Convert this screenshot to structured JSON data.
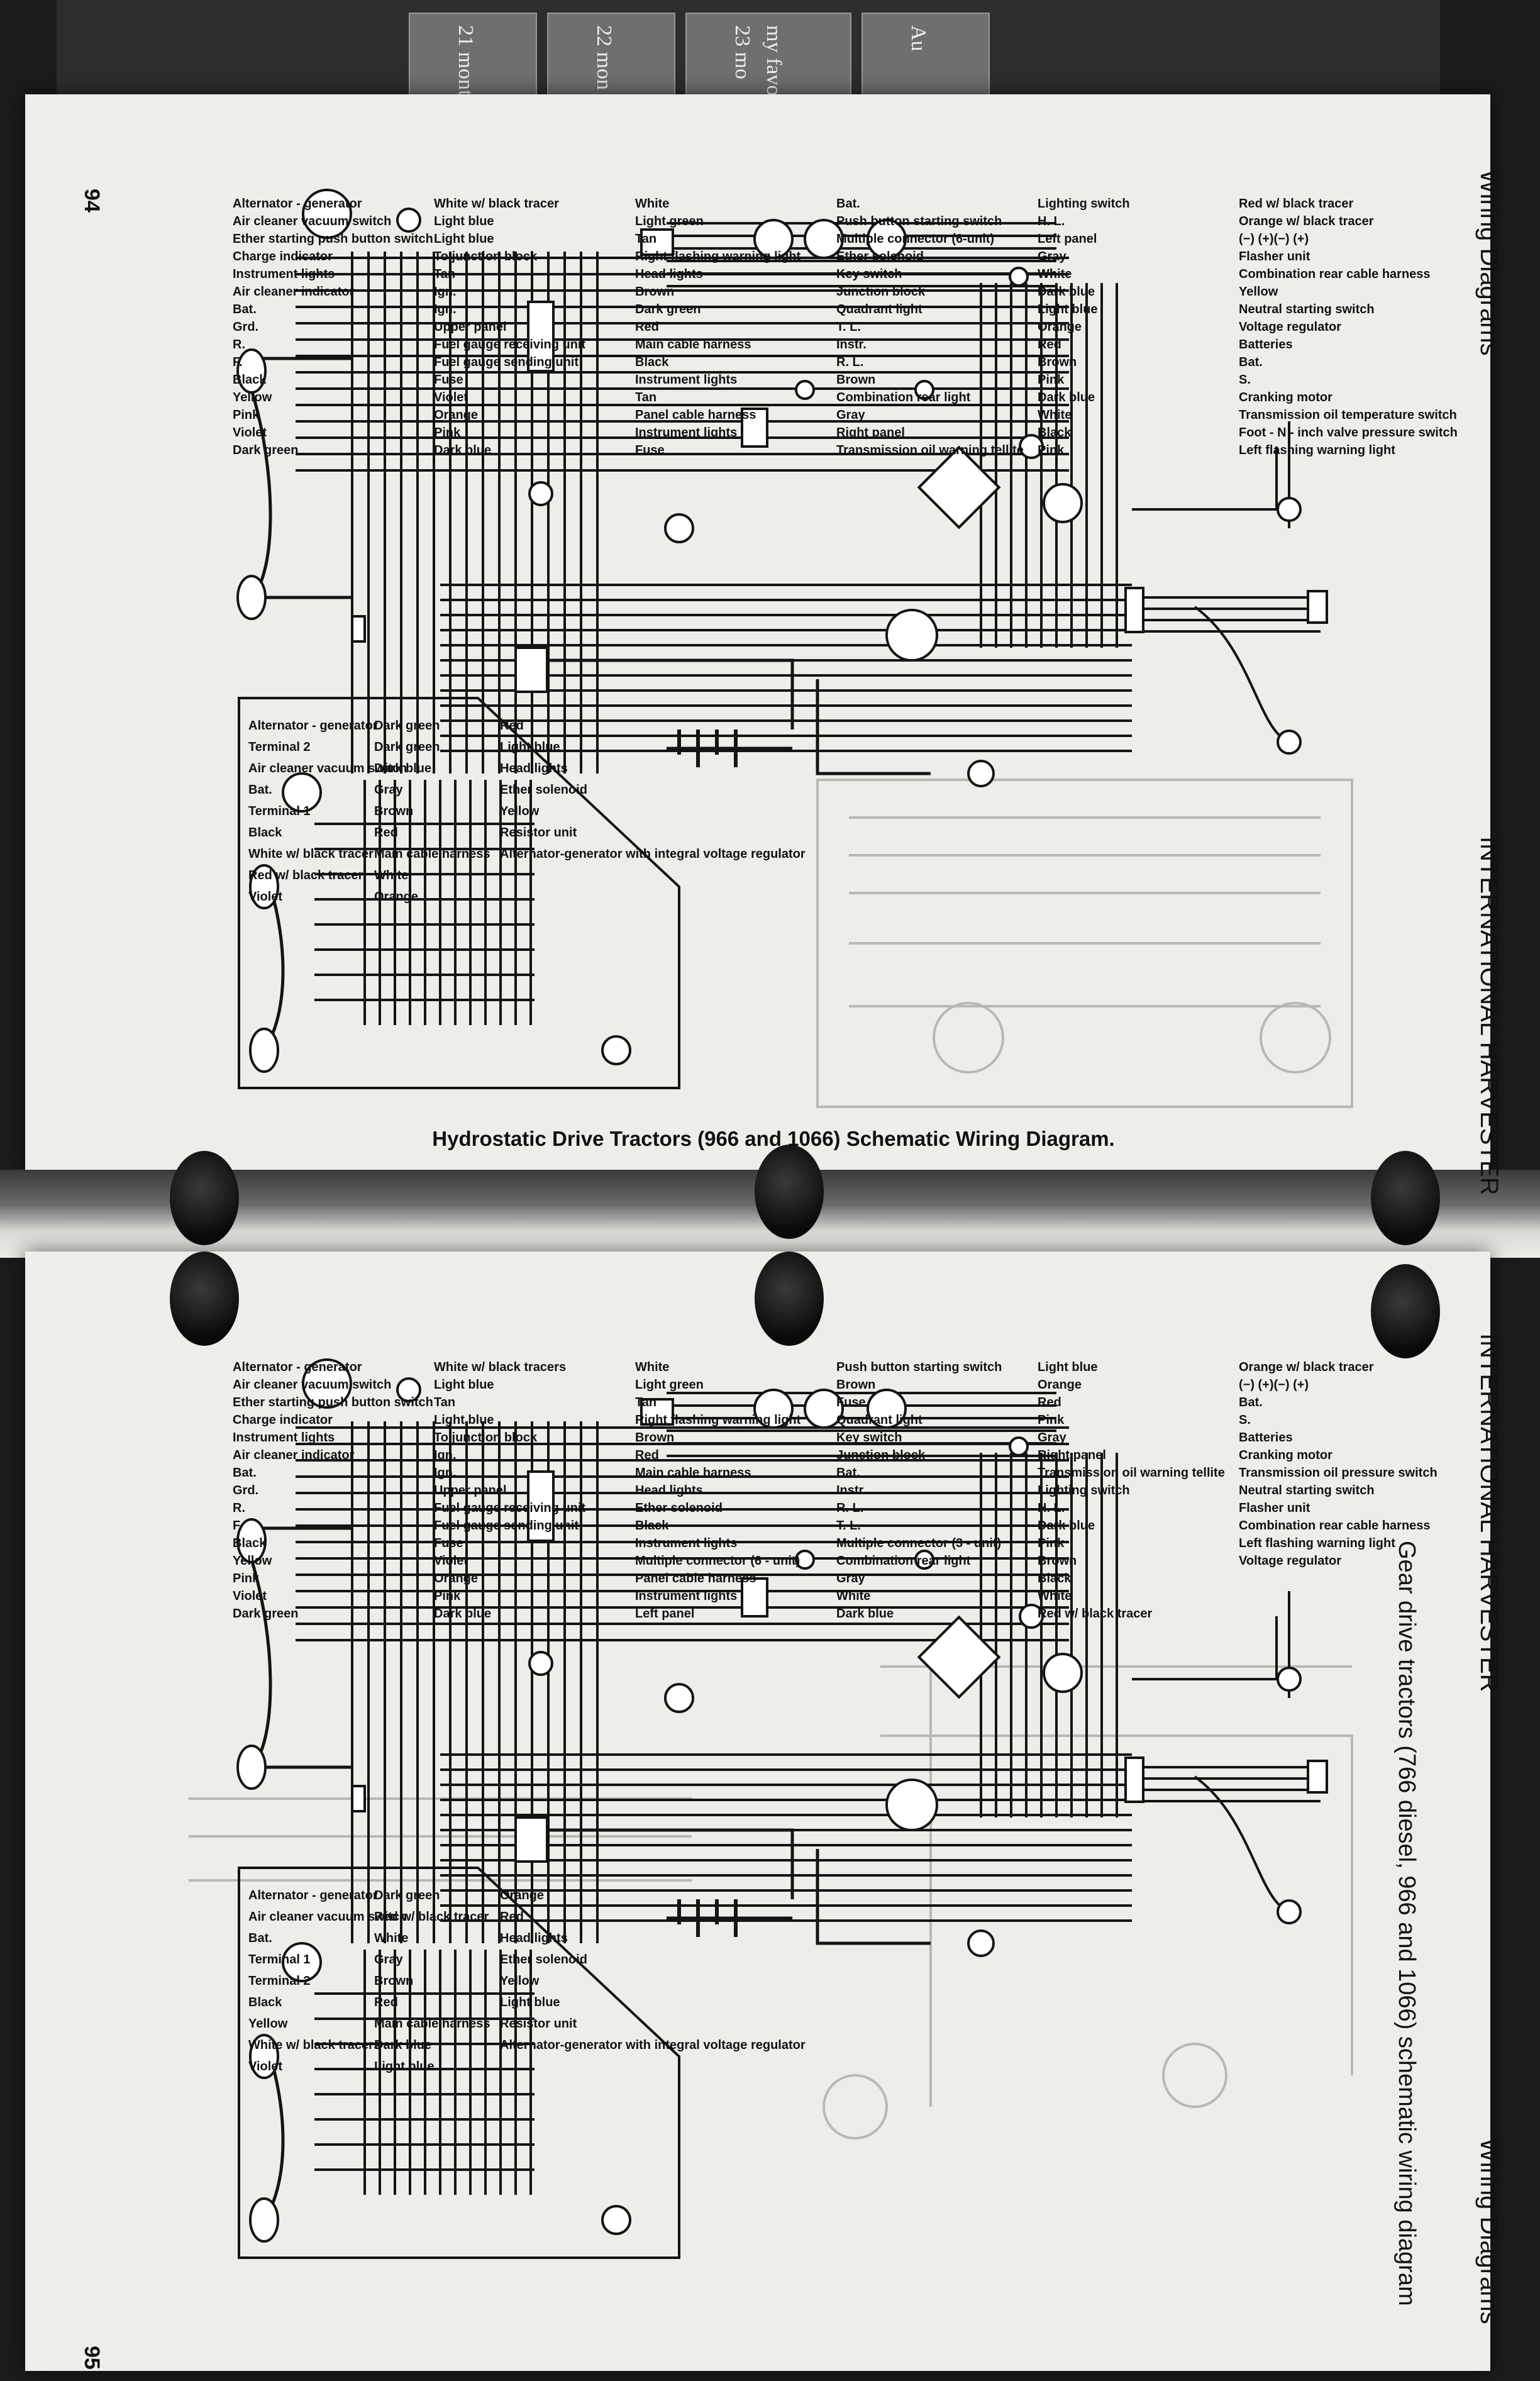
{
  "page_numbers": {
    "top": "94",
    "bottom": "95"
  },
  "side_headers": {
    "top_section": "Wiring Diagrams",
    "top_brand": "INTERNATIONAL HARVESTER",
    "bottom_brand": "INTERNATIONAL HARVESTER",
    "bottom_section": "Wiring Diagrams"
  },
  "magazine_strip": [
    "21 mont",
    "22 mon",
    "23 mo",
    "my favo",
    "Au"
  ],
  "top_diagram": {
    "caption": "Hydrostatic Drive Tractors (966 and 1066) Schematic Wiring Diagram.",
    "labels": [
      "Alternator - generator",
      "Air cleaner vacuum switch",
      "Ether starting push button switch",
      "Charge indicator",
      "Instrument lights",
      "Air cleaner indicator",
      "Bat.",
      "Grd.",
      "R.",
      "F.",
      "Black",
      "Yellow",
      "Pink",
      "Violet",
      "Dark green",
      "White w/ black tracer",
      "Light blue",
      "Light blue",
      "To junction block",
      "Tan",
      "Ign.",
      "Ign.",
      "Upper panel",
      "Fuel gauge receiving unit",
      "Fuel gauge sending unit",
      "Fuse",
      "Violet",
      "Orange",
      "Pink",
      "Dark blue",
      "White",
      "Light green",
      "Tan",
      "Right flashing warning light",
      "Head lights",
      "Brown",
      "Dark green",
      "Red",
      "Main cable harness",
      "Black",
      "Instrument lights",
      "Tan",
      "Panel cable harness",
      "Instrument lights",
      "Fuse",
      "Bat.",
      "Push button starting switch",
      "Multiple connector (6-unit)",
      "Ether solenoid",
      "Key switch",
      "Junction block",
      "Quadrant light",
      "T. L.",
      "Instr.",
      "R. L.",
      "Brown",
      "Combination rear light",
      "Gray",
      "Right panel",
      "Transmission oil warning tellite",
      "Lighting switch",
      "H. L.",
      "Left panel",
      "Gray",
      "White",
      "Dark blue",
      "Light blue",
      "Orange",
      "Red",
      "Brown",
      "Pink",
      "Dark blue",
      "White",
      "Black",
      "Pink",
      "Red w/ black tracer",
      "Orange w/ black tracer",
      "(−) (+)(−) (+)",
      "Flasher unit",
      "Combination rear cable harness",
      "Yellow",
      "Neutral starting switch",
      "Voltage regulator",
      "Batteries",
      "Bat.",
      "S.",
      "Cranking motor",
      "Transmission oil temperature switch",
      "Foot - N - inch valve pressure switch",
      "Left flashing warning light"
    ],
    "inset_labels": [
      "Alternator - generator",
      "Terminal 2",
      "Air cleaner vacuum switch",
      "Bat.",
      "Terminal 1",
      "Black",
      "White w/ black tracer",
      "Red w/ black tracer",
      "Violet",
      "Dark green",
      "Dark green",
      "Dark blue",
      "Gray",
      "Brown",
      "Red",
      "Main cable harness",
      "White",
      "Orange",
      "Red",
      "Light blue",
      "Head lights",
      "Ether solenoid",
      "Yellow",
      "Resistor unit",
      "Alternator-generator with integral voltage regulator"
    ]
  },
  "bottom_diagram": {
    "caption": "Gear drive tractors (766 diesel, 966 and 1066) schematic wiring diagram",
    "labels": [
      "Alternator - generator",
      "Air cleaner vacuum switch",
      "Ether starting push button switch",
      "Charge indicator",
      "Instrument lights",
      "Air cleaner indicator",
      "Bat.",
      "Grd.",
      "R.",
      "F.",
      "Black",
      "Yellow",
      "Pink",
      "Violet",
      "Dark green",
      "White w/ black tracers",
      "Light blue",
      "Tan",
      "Light blue",
      "To junction block",
      "Ign.",
      "Ign.",
      "Upper panel",
      "Fuel gauge receiving unit",
      "Fuel gauge sending unit",
      "Fuse",
      "Violet",
      "Orange",
      "Pink",
      "Dark blue",
      "White",
      "Light green",
      "Tan",
      "Right flashing warning light",
      "Brown",
      "Red",
      "Main cable harness",
      "Head lights",
      "Ether solenoid",
      "Black",
      "Instrument lights",
      "Multiple connector (6 - unit)",
      "Panel cable harness",
      "Instrument lights",
      "Left panel",
      "Push button starting switch",
      "Brown",
      "Fuse",
      "Quadrant light",
      "Key switch",
      "Junction block",
      "Bat.",
      "Instr.",
      "R. L.",
      "T. L.",
      "Multiple connector (3 - unit)",
      "Combination rear light",
      "Gray",
      "White",
      "Dark blue",
      "Light blue",
      "Orange",
      "Red",
      "Pink",
      "Gray",
      "Right panel",
      "Transmission oil warning tellite",
      "Lighting switch",
      "H. L.",
      "Dark blue",
      "Pink",
      "Brown",
      "Black",
      "White",
      "Red w/ black tracer",
      "Orange w/ black tracer",
      "(−) (+)(−) (+)",
      "Bat.",
      "S.",
      "Batteries",
      "Cranking motor",
      "Transmission oil pressure switch",
      "Neutral starting switch",
      "Flasher unit",
      "Combination rear cable harness",
      "Left flashing warning light",
      "Voltage regulator"
    ],
    "inset_labels": [
      "Alternator - generator",
      "Air cleaner vacuum switch",
      "Bat.",
      "Terminal 1",
      "Terminal 2",
      "Black",
      "Yellow",
      "White w/ black tracers",
      "Violet",
      "Dark green",
      "Red w/ black tracer",
      "White",
      "Gray",
      "Brown",
      "Red",
      "Main cable harness",
      "Dark blue",
      "Light blue",
      "Orange",
      "Red",
      "Head lights",
      "Ether solenoid",
      "Yellow",
      "Light blue",
      "Resistor unit",
      "Alternator-generator with integral voltage regulator"
    ]
  }
}
